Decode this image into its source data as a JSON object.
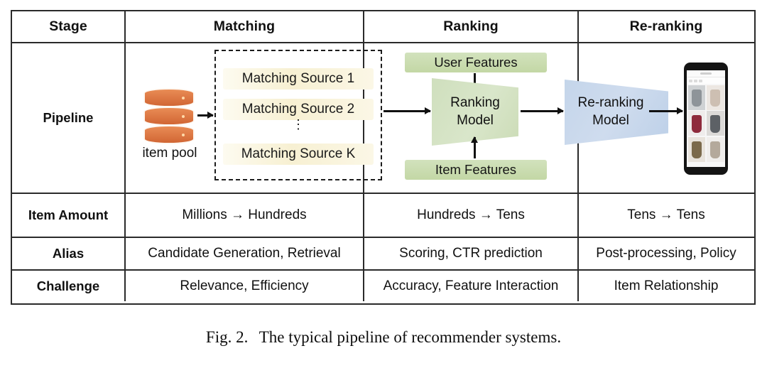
{
  "table": {
    "columns": [
      "Stage",
      "Matching",
      "Ranking",
      "Re-ranking"
    ],
    "row_labels": [
      "Pipeline",
      "Item Amount",
      "Alias",
      "Challenge"
    ],
    "rows": [
      {
        "label": "Item Amount",
        "matching": "Millions → Hundreds",
        "ranking": "Hundreds → Tens",
        "reranking": "Tens → Tens"
      },
      {
        "label": "Alias",
        "matching": "Candidate Generation, Retrieval",
        "ranking": "Scoring, CTR prediction",
        "reranking": "Post-processing, Policy"
      },
      {
        "label": "Challenge",
        "matching": "Relevance, Efficiency",
        "ranking": "Accuracy, Feature Interaction",
        "reranking": "Item Relationship"
      }
    ]
  },
  "pipeline": {
    "item_pool_label": "item pool",
    "item_pool_icon": "database-icon",
    "matching_sources": [
      "Matching Source 1",
      "Matching Source 2",
      "Matching Source K"
    ],
    "matching_ellipsis": "⋮",
    "user_features_label": "User Features",
    "item_features_label": "Item Features",
    "ranking_model_line1": "Ranking",
    "ranking_model_line2": "Model",
    "reranking_model_line1": "Re-ranking",
    "reranking_model_line2": "Model",
    "phone_label": "phone-mockup"
  },
  "colors": {
    "matching_source_bg": "#f7f0d2",
    "feature_box_bg": "#c3d7a5",
    "ranking_model_bg": "#cfdfbd",
    "reranking_model_bg": "#c4d5ea",
    "database_orange": "#e07b39",
    "border": "#2a2a2a",
    "arrow": "#111111"
  },
  "caption": {
    "figure_number": "Fig. 2.",
    "text": "The typical pipeline of recommender systems."
  }
}
